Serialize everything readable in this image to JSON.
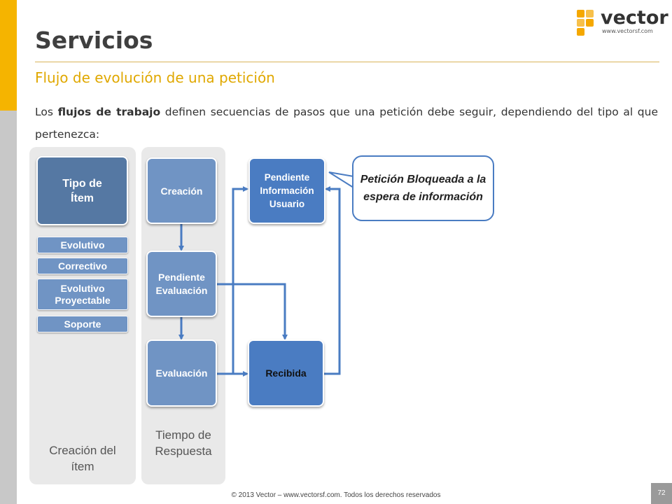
{
  "slide": {
    "title": "Servicios",
    "subtitle": "Flujo de evolución de una petición",
    "body": {
      "part1": "Los ",
      "bold": "flujos de trabajo",
      "part2": " definen secuencias de pasos que una petición debe seguir, dependiendo del tipo al que pertenezca:"
    }
  },
  "logo": {
    "word": "vector",
    "url": "www.vectorsf.com"
  },
  "diagram": {
    "lanes": {
      "creation": "Creación del ítem",
      "response": "Tiempo de Respuesta"
    },
    "item_type": "Tipo de Ítem",
    "item_types": [
      "Evolutivo",
      "Correctivo",
      "Evolutivo Proyectable",
      "Soporte"
    ],
    "states": {
      "creacion": "Creación",
      "pendiente_evaluacion": "Pendiente Evaluación",
      "evaluacion": "Evaluación",
      "pendiente_info": "Pendiente Información Usuario",
      "recibida": "Recibida"
    },
    "callout": "Petición Bloqueada a la espera de información"
  },
  "footer": {
    "copyright": "© 2013 Vector – www.vectorsf.com. Todos los derechos reservados",
    "page": "72"
  },
  "colors": {
    "accent": "#f5b400",
    "node_dark": "#5578a3",
    "node_mid": "#7094c4",
    "node_blue": "#4a7cc2",
    "arrow": "#4a7cc2"
  }
}
